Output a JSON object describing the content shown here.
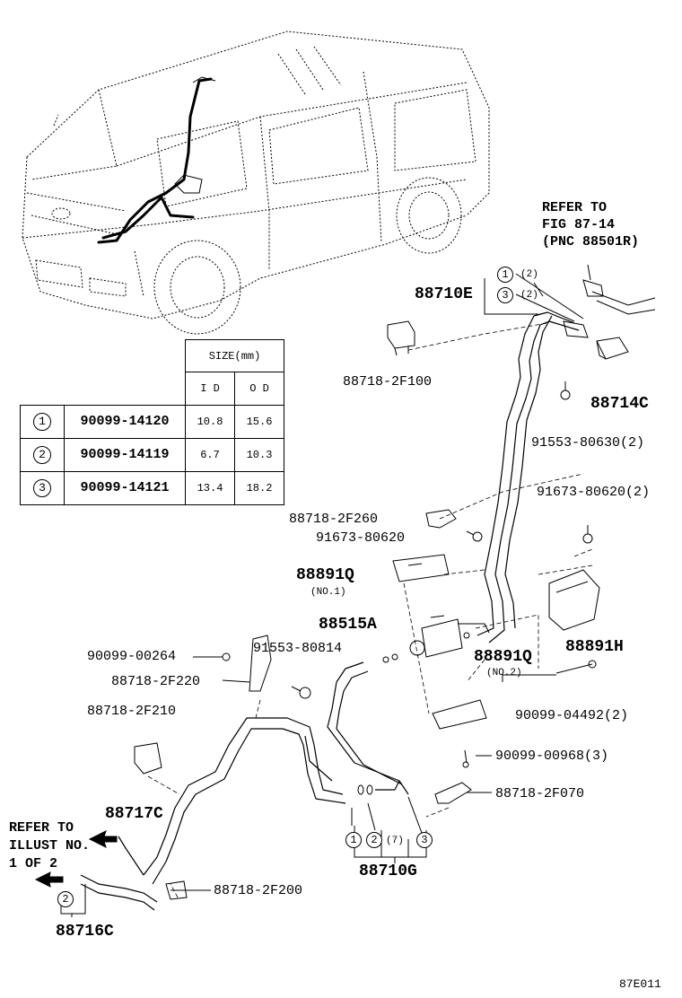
{
  "refer_top": [
    "REFER TO",
    "FIG 87-14",
    "(PNC 88501R)"
  ],
  "refer_left": [
    "REFER TO",
    "ILLUST NO.",
    "1 OF 2"
  ],
  "size_table": {
    "header": "SIZE(mm)",
    "col_id": "I D",
    "col_od": "O D",
    "rows": [
      {
        "idx": "1",
        "part": "90099-14120",
        "id": "10.8",
        "od": "15.6"
      },
      {
        "idx": "2",
        "part": "90099-14119",
        "id": "6.7",
        "od": "10.3"
      },
      {
        "idx": "3",
        "part": "90099-14121",
        "id": "13.4",
        "od": "18.2"
      }
    ]
  },
  "labels": {
    "p88710E": "88710E",
    "p88710E_q1": "(2)",
    "p88710E_q3": "(2)",
    "c1": "1",
    "c2": "2",
    "c3": "3",
    "p88718_2F100": "88718-2F100",
    "p88714C": "88714C",
    "p91553_80630": "91553-80630(2)",
    "p91673_80620_2": "91673-80620(2)",
    "p88718_2F260": "88718-2F260",
    "p91673_80620": "91673-80620",
    "p88891Q_1": "88891Q",
    "no1": "(NO.1)",
    "p88515A": "88515A",
    "p88891H": "88891H",
    "p90099_00264": "90099-00264",
    "p91553_80814": "91553-80814",
    "p88718_2F220": "88718-2F220",
    "p88891Q_2": "88891Q",
    "no2": "(NO.2)",
    "p90099_04492": "90099-04492(2)",
    "p88718_2F210": "88718-2F210",
    "p90099_00968": "90099-00968(3)",
    "p88717C": "88717C",
    "p88718_2F070": "88718-2F070",
    "p88710G": "88710G",
    "p88710G_q2": "(7)",
    "p88718_2F200": "88718-2F200",
    "p88716C": "88716C",
    "figure_code": "87E011"
  }
}
